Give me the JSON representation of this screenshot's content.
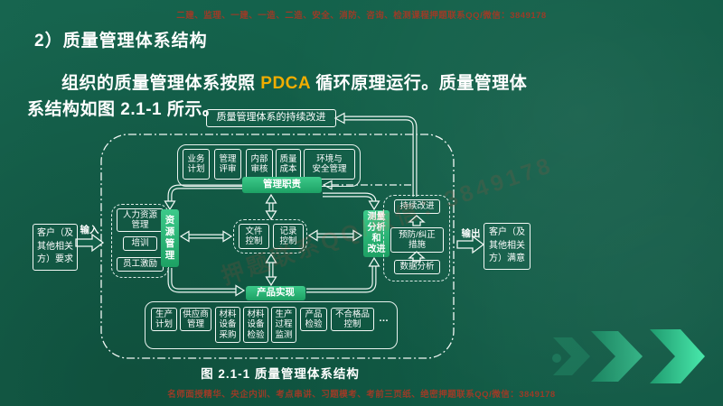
{
  "promos": {
    "top": "二建、监理、一建、一造、二造、安全、消防、咨询、检测课程押题联系QQ/微信：3849178",
    "bottom": "名师面授精华、央企内训、考点串讲、习题模考、考前三页纸、绝密押题联系QQ/微信：3849178"
  },
  "title": "2）质量管理体系结构",
  "body": {
    "pre": "组织的质量管理体系按照 ",
    "pdca": "PDCA",
    "post": " 循环原理运行。质量管理体系结构如图 2.1-1 所示。"
  },
  "diagram": {
    "top_loop_label": "质量管理体系的持续改进",
    "management": "管理职责",
    "top_group": [
      "业务\n计划",
      "管理\n评审",
      "内部\n审核",
      "质量\n成本",
      "环境与\n安全管理"
    ],
    "resource": "资\n源\n管\n理",
    "resource_group": [
      "人力资源\n管理",
      "培训",
      "员工激励"
    ],
    "center_group": [
      "文件\n控制",
      "记录\n控制"
    ],
    "measure": "测量\n分析\n和\n改进",
    "improve_group": [
      "持续改进",
      "预防/纠正\n措施",
      "数据分析"
    ],
    "product": "产品实现",
    "product_group": [
      "生产\n计划",
      "供应商\n管理",
      "材料\n设备\n采购",
      "材料\n设备\n检验",
      "生产\n过程\n监测",
      "产品\n检验",
      "不合格品\n控制",
      "…"
    ],
    "customer_left": "客户（及\n其他相关\n方）要求",
    "customer_right": "客户（及\n其他相关\n方）满意",
    "input_label": "输入",
    "output_label": "输出",
    "caption": "图 2.1-1 质量管理体系结构"
  },
  "watermark": "押题联系QQ/微信：3849178",
  "colors": {
    "background": "#126049",
    "accent_green": "#2bbd7e",
    "pdca_orange": "#f0ad00",
    "promo_red": "#9c3b27"
  }
}
